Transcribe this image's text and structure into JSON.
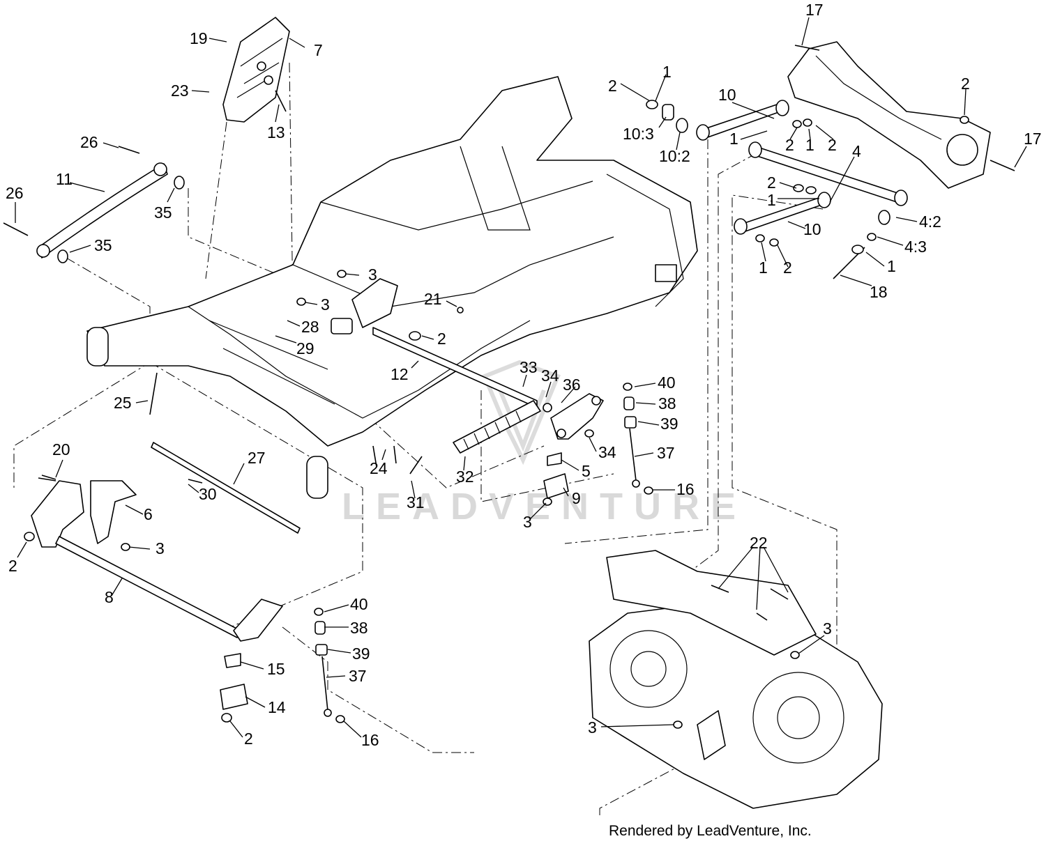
{
  "watermark": {
    "text": "LEADVENTURE"
  },
  "credit": "Rendered by LeadVenture, Inc.",
  "callouts": [
    {
      "id": "c19",
      "text": "19"
    },
    {
      "id": "c7",
      "text": "7"
    },
    {
      "id": "c23",
      "text": "23"
    },
    {
      "id": "c13",
      "text": "13"
    },
    {
      "id": "c26a",
      "text": "26"
    },
    {
      "id": "c11",
      "text": "11"
    },
    {
      "id": "c26b",
      "text": "26"
    },
    {
      "id": "c35a",
      "text": "35"
    },
    {
      "id": "c35b",
      "text": "35"
    },
    {
      "id": "c3a",
      "text": "3"
    },
    {
      "id": "c3b",
      "text": "3"
    },
    {
      "id": "c28",
      "text": "28"
    },
    {
      "id": "c29",
      "text": "29"
    },
    {
      "id": "c21",
      "text": "21"
    },
    {
      "id": "c2a",
      "text": "2"
    },
    {
      "id": "c12",
      "text": "12"
    },
    {
      "id": "c25",
      "text": "25"
    },
    {
      "id": "c33",
      "text": "33"
    },
    {
      "id": "c34a",
      "text": "34"
    },
    {
      "id": "c36",
      "text": "36"
    },
    {
      "id": "c27",
      "text": "27"
    },
    {
      "id": "c20",
      "text": "20"
    },
    {
      "id": "c30",
      "text": "30"
    },
    {
      "id": "c24",
      "text": "24"
    },
    {
      "id": "c32",
      "text": "32"
    },
    {
      "id": "c34b",
      "text": "34"
    },
    {
      "id": "c31",
      "text": "31"
    },
    {
      "id": "c6",
      "text": "6"
    },
    {
      "id": "c2b",
      "text": "2"
    },
    {
      "id": "c3c",
      "text": "3"
    },
    {
      "id": "c8",
      "text": "8"
    },
    {
      "id": "c5",
      "text": "5"
    },
    {
      "id": "c9",
      "text": "9"
    },
    {
      "id": "c3d",
      "text": "3"
    },
    {
      "id": "c40a",
      "text": "40"
    },
    {
      "id": "c38a",
      "text": "38"
    },
    {
      "id": "c39a",
      "text": "39"
    },
    {
      "id": "c37a",
      "text": "37"
    },
    {
      "id": "c16a",
      "text": "16"
    },
    {
      "id": "c17a",
      "text": "17"
    },
    {
      "id": "c2c",
      "text": "2"
    },
    {
      "id": "c1a",
      "text": "1"
    },
    {
      "id": "c10a",
      "text": "10"
    },
    {
      "id": "c2d",
      "text": "2"
    },
    {
      "id": "c103",
      "text": "10:3"
    },
    {
      "id": "c102",
      "text": "10:2"
    },
    {
      "id": "c1b",
      "text": "1"
    },
    {
      "id": "c2e",
      "text": "2"
    },
    {
      "id": "c1c",
      "text": "1"
    },
    {
      "id": "c2f",
      "text": "2"
    },
    {
      "id": "c17b",
      "text": "17"
    },
    {
      "id": "c4",
      "text": "4"
    },
    {
      "id": "c2g",
      "text": "2"
    },
    {
      "id": "c1d",
      "text": "1"
    },
    {
      "id": "c10b",
      "text": "10"
    },
    {
      "id": "c42",
      "text": "4:2"
    },
    {
      "id": "c43",
      "text": "4:3"
    },
    {
      "id": "c1e",
      "text": "1"
    },
    {
      "id": "c1f",
      "text": "1"
    },
    {
      "id": "c2h",
      "text": "2"
    },
    {
      "id": "c18",
      "text": "18"
    },
    {
      "id": "c40b",
      "text": "40"
    },
    {
      "id": "c38b",
      "text": "38"
    },
    {
      "id": "c39b",
      "text": "39"
    },
    {
      "id": "c37b",
      "text": "37"
    },
    {
      "id": "c15",
      "text": "15"
    },
    {
      "id": "c14",
      "text": "14"
    },
    {
      "id": "c2i",
      "text": "2"
    },
    {
      "id": "c16b",
      "text": "16"
    },
    {
      "id": "c22",
      "text": "22"
    },
    {
      "id": "c3e",
      "text": "3"
    },
    {
      "id": "c3f",
      "text": "3"
    }
  ]
}
